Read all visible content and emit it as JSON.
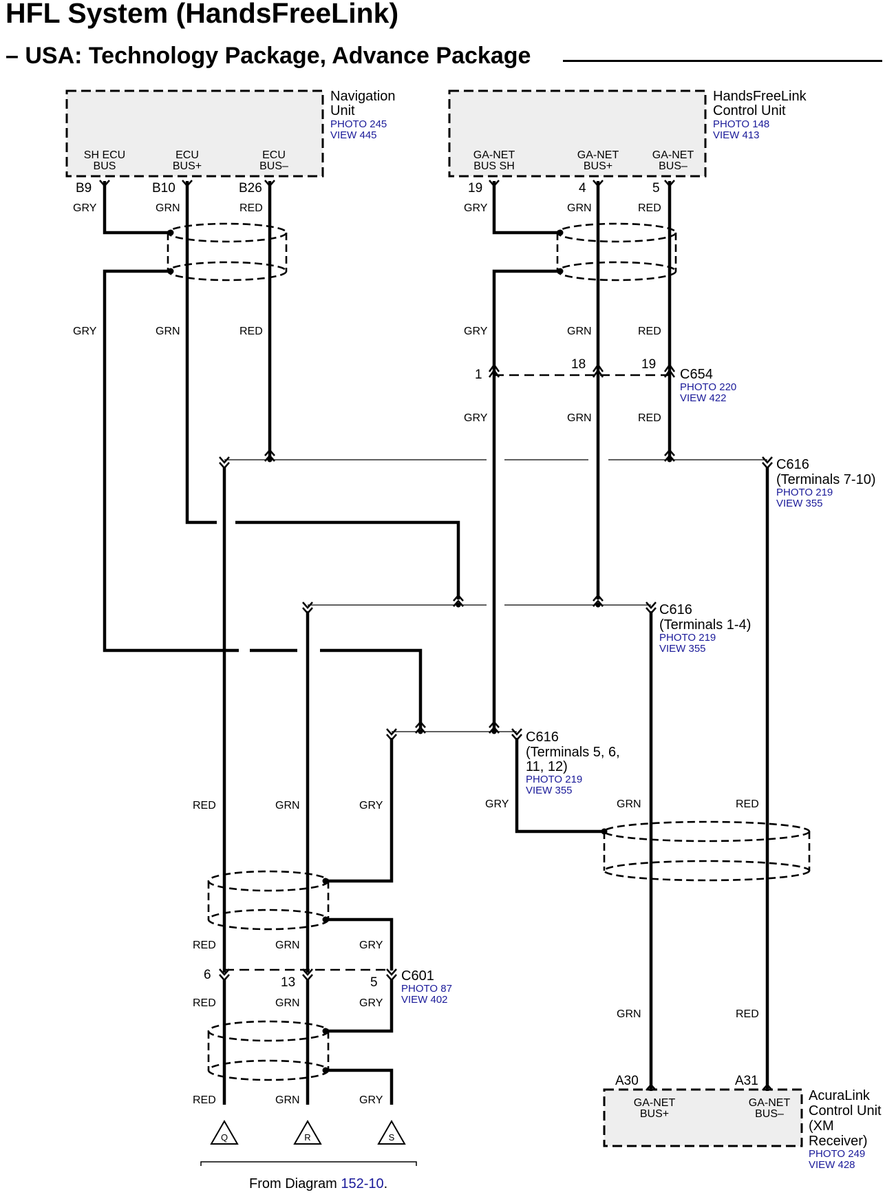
{
  "title": "HFL System (HandsFreeLink)",
  "subtitle": "– USA: Technology Package, Advance Package",
  "components": {
    "navigation_unit": {
      "name_line1": "Navigation",
      "name_line2": "Unit",
      "photo": "PHOTO 245",
      "view": "VIEW 445",
      "terminals": [
        {
          "line1": "SH ECU",
          "line2": "BUS",
          "pin": "B9",
          "wire": "GRY"
        },
        {
          "line1": "ECU",
          "line2": "BUS+",
          "pin": "B10",
          "wire": "GRN"
        },
        {
          "line1": "ECU",
          "line2": "BUS–",
          "pin": "B26",
          "wire": "RED"
        }
      ]
    },
    "hfl_control_unit": {
      "name_line1": "HandsFreeLink",
      "name_line2": "Control Unit",
      "photo": "PHOTO 148",
      "view": "VIEW 413",
      "terminals": [
        {
          "line1": "GA-NET",
          "line2": "BUS SH",
          "pin": "19",
          "wire": "GRY"
        },
        {
          "line1": "GA-NET",
          "line2": "BUS+",
          "pin": "4",
          "wire": "GRN"
        },
        {
          "line1": "GA-NET",
          "line2": "BUS–",
          "pin": "5",
          "wire": "RED"
        }
      ]
    },
    "acuralink_unit": {
      "name_lines": [
        "AcuraLink",
        "Control Unit",
        "(XM",
        "Receiver)"
      ],
      "photo": "PHOTO 249",
      "view": "VIEW 428",
      "terminals": [
        {
          "line1": "GA-NET",
          "line2": "BUS+",
          "pin": "A30",
          "wire": "GRN"
        },
        {
          "line1": "GA-NET",
          "line2": "BUS–",
          "pin": "A31",
          "wire": "RED"
        }
      ]
    }
  },
  "connectors": {
    "c654": {
      "name": "C654",
      "photo": "PHOTO 220",
      "view": "VIEW 422",
      "pins": [
        "1",
        "18",
        "19"
      ]
    },
    "c616_a": {
      "name": "C616",
      "desc": "(Terminals 7-10)",
      "photo": "PHOTO 219",
      "view": "VIEW 355"
    },
    "c616_b": {
      "name": "C616",
      "desc": "(Terminals 1-4)",
      "photo": "PHOTO 219",
      "view": "VIEW 355"
    },
    "c616_c": {
      "name": "C616",
      "desc1": "(Terminals 5, 6,",
      "desc2": "11, 12)",
      "photo": "PHOTO 219",
      "view": "VIEW 355"
    },
    "c601": {
      "name": "C601",
      "photo": "PHOTO 87",
      "view": "VIEW 402",
      "pins": [
        "6",
        "13",
        "5"
      ]
    }
  },
  "wire_colors": {
    "gry": "GRY",
    "grn": "GRN",
    "red": "RED"
  },
  "references": {
    "q": "Q",
    "r": "R",
    "s": "S"
  },
  "footer": {
    "prefix": "From Diagram ",
    "link": "152-10",
    "suffix": "."
  },
  "colors": {
    "link_blue": "#1a1a99",
    "box_fill": "#eeeeee"
  }
}
